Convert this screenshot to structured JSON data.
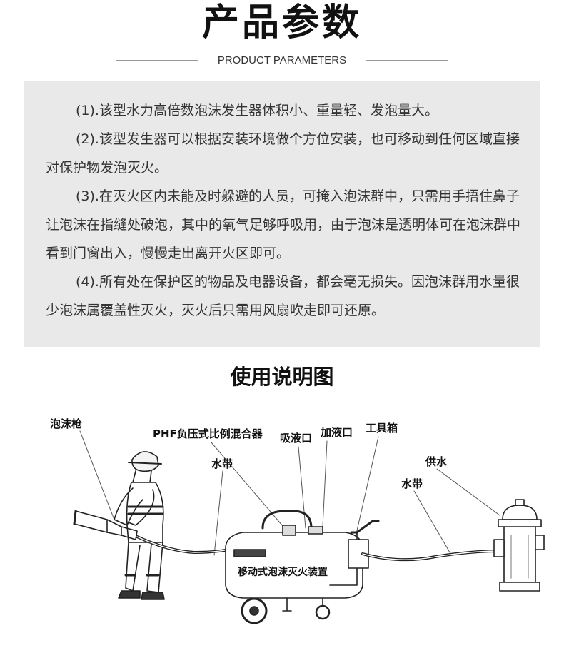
{
  "header": {
    "title": "产品参数",
    "subtitle": "PRODUCT PARAMETERS"
  },
  "parameters": {
    "paragraphs": [
      "(1).该型水力高倍数泡沫发生器体积小、重量轻、发泡量大。",
      "(2).该型发生器可以根据安装环境做个方位安装，也可移动到任何区域直接对保护物发泡灭火。",
      "(3).在灭火区内未能及时躲避的人员，可掩入泡沫群中，只需用手捂住鼻子让泡沫在指缝处破泡，其中的氧气足够呼吸用，由于泡沫是透明体可在泡沫群中看到门窗出入，慢慢走出离开火区即可。",
      "(4).所有处在保护区的物品及电器设备，都会毫无损失。因泡沫群用水量很少泡沫属覆盖性灭火，灭火后只需用风扇吹走即可还原。"
    ]
  },
  "usage": {
    "heading": "使用说明图",
    "labels": {
      "foam_gun": "泡沫枪",
      "phf_mixer": "PHF负压式比例混合器",
      "suction_port": "吸液口",
      "filling_port": "加液口",
      "toolbox": "工具箱",
      "hose_left": "水带",
      "water_supply": "供水",
      "hose_right": "水带",
      "device_name": "移动式泡沫灭火装置"
    }
  }
}
